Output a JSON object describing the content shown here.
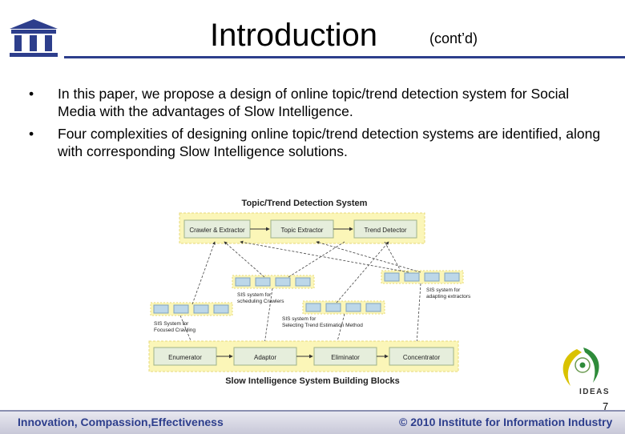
{
  "slide": {
    "title": "Introduction",
    "subtitle": "(cont’d)",
    "bullets": [
      "In this paper, we propose a design of online topic/trend detection system for Social Media with the advantages of Slow Intelligence.",
      "Four complexities of designing online topic/trend detection systems are identified, along with corresponding Slow Intelligence solutions."
    ],
    "bullet_symbol": "•",
    "page_number": "7"
  },
  "diagram": {
    "top_title": "Topic/Trend Detection System",
    "top_boxes": [
      "Crawler & Extractor",
      "Topic Extractor",
      "Trend Detector"
    ],
    "sis_labels": {
      "crawlers": [
        "SIS system for",
        "scheduling Crawlers"
      ],
      "extractors": [
        "SIS system for",
        "adapting extractors"
      ],
      "focused": [
        "SIS System for",
        "Focused Crawling"
      ],
      "trend": [
        "SIS system for",
        "Selecting Trend Estimation Method"
      ]
    },
    "bottom_boxes": [
      "Enumerator",
      "Adaptor",
      "Eliminator",
      "Concentrator"
    ],
    "bottom_title": "Slow Intelligence System Building Blocks"
  },
  "logo": {
    "text": "IDEAS"
  },
  "footer": {
    "left": "Innovation, Compassion,Effectiveness",
    "right": "© 2010 Institute for Information Industry"
  },
  "colors": {
    "brand_blue": "#2d3e8c",
    "box_fill": "#e6eedc",
    "panel_fill": "#fbf6b8",
    "panel_border": "#e7d87a",
    "mini_box": "#bcd7e9"
  }
}
